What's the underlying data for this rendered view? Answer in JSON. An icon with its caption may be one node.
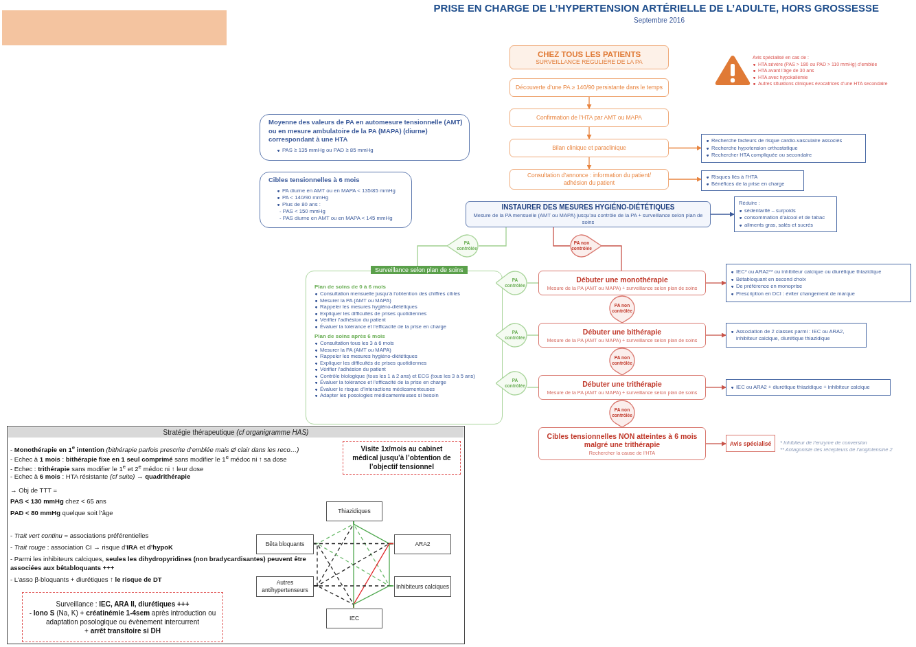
{
  "diagram": {
    "title": "PRISE EN CHARGE DE L’HYPERTENSION ARTÉRIELLE DE L’ADULTE, HORS GROSSESSE",
    "nodes": [
      {
        "text": [
          "CHEZ TOUS LES PATIENTS",
          "SURVEILLANCE RÉGULIÈRE DE LA PA"
        ]
      },
      {
        "text": [
          "Découverte d’une PA ≥ 140/90 persistante dans le temps"
        ]
      },
      {
        "text": [
          "Confirmation de l’HTA par AMT ou MAPA"
        ]
      },
      {
        "text": [
          "Bilan clinique et paraclinique"
        ]
      },
      {
        "text": [
          "Consultation d’annonce : information du patient/ adhésion du patient"
        ]
      },
      {
        "text": [
          "Recherche facteurs de risque cardio-vasculaire associés",
          "Recherche hypotension orthostatique",
          "Rechercher HTA compliquée ou secondaire"
        ]
      },
      {
        "text": [
          "Risques liés à l’HTA",
          "Bénéfices de la prise en charge"
        ]
      },
      {
        "text": [
          "INSTAURER DES MESURES HYGIÉNO-DIÉTÉTIQUES",
          "Mesure de la PA mensuelle (AMT ou MAPA) jusqu’au contrôle de la PA + surveillance selon plan de soins"
        ]
      },
      {
        "text": [
          "Réduire :",
          "sédentarité – surpoids",
          "consommation d’alcool et de tabac",
          "aliments gras, salés et sucrés"
        ]
      },
      {
        "text": [
          "PA contrôlée"
        ]
      },
      {
        "text": [
          "PA non contrôlée"
        ]
      },
      {
        "text": [
          "Surveillance selon plan de soins",
          "Plan de soins de 0 à 6 mois",
          "Consultation mensuelle jusqu’à l’obtention des chiffres cibles",
          "Mesurer la PA (AMT ou MAPA)",
          "Rappeler les mesures hygiéno-diététiques",
          "Expliquer les difficultés de prises quotidiennes",
          "Vérifier l’adhésion du patient",
          "Évaluer la tolérance et l’efficacité de la prise en charge",
          "Plan de soins après 6 mois",
          "Consultation tous les 3 à 6 mois",
          "Mesurer la PA (AMT ou MAPA)",
          "Rappeler les mesures hygiéno-diététiques",
          "Expliquer les difficultés de prises quotidiennes",
          "Vérifier l’adhésion du patient",
          "Contrôle biologique (tous les 1 à 2 ans) et ECG (tous les 3 à 5 ans)",
          "Évaluer la tolérance et l’efficacité de la prise en charge",
          "Évaluer le risque d’interactions médicamenteuses",
          "Adapter les posologies médicamenteuses si besoin"
        ]
      },
      {
        "text": [
          "PA contrôlée"
        ]
      },
      {
        "text": [
          "Débuter une monothérapie",
          "Mesure de la PA (AMT ou MAPA) + surveillance selon plan de soins"
        ]
      },
      {
        "text": [
          "IEC* ou ARA2** ou inhibiteur calcique ou diurétique thiazidique",
          "Bétabloquant en second choix",
          "De préférence en monoprise",
          "Prescription en DCI : éviter changement de marque"
        ]
      },
      {
        "text": [
          "PA non contrôlée"
        ]
      },
      {
        "text": [
          "PA contrôlée"
        ]
      },
      {
        "text": [
          "Débuter une bithérapie",
          "Mesure de la PA (AMT ou MAPA) + surveillance selon plan de soins"
        ]
      },
      {
        "text": [
          "Association de 2 classes parmi : IEC ou ARA2, inhibiteur calcique, diurétique thiazidique"
        ]
      },
      {
        "text": [
          "PA non contrôlée"
        ]
      },
      {
        "text": [
          "PA contrôlée"
        ]
      },
      {
        "text": [
          "Débuter une trithérapie",
          "Mesure de la PA (AMT ou MAPA) + surveillance selon plan de soins"
        ]
      },
      {
        "text": [
          "IEC ou ARA2 + diurétique thiazidique + inhibiteur calcique"
        ]
      },
      {
        "text": [
          "PA non contrôlée"
        ]
      },
      {
        "text": [
          "Cibles tensionnelles NON atteintes à 6 mois malgré une trithérapie",
          "Rechercher la cause de l’HTA"
        ]
      },
      {
        "text": [
          "Avis spécialisé"
        ]
      },
      {
        "text": [
          "Moyenne des valeurs de PA en automesure tensionnelle (AMT) ou en mesure ambulatoire de la PA (MAPA) (diurne) correspondant à une HTA",
          "PAS ≥ 135 mmHg ou PAD ≥ 85 mmHg"
        ]
      },
      {
        "text": [
          "Cibles tensionnelles à 6 mois",
          "PA diurne en AMT ou en MAPA < 135/85 mmHg",
          "PA < 140/90 mmHg",
          "Plus de 80 ans :",
          "- PAS < 150 mmHg",
          "- PAS diurne en AMT ou en MAPA < 145 mmHg"
        ]
      },
      {
        "text": [],
        "shape": "box"
      },
      {
        "text": [
          "Stratégie thérapeutique *(cf organigramme HAS)*",
          "- **Monothérapie en 1$^{e}$ intention** *(bithérapie parfois prescrite d’emblée mais Ø clair dans les reco…)*",
          "- Echec à **1 mois** : **bithérapie fixe en 1 seul comprimé** sans modifier le 1$^{e}$ médoc ni ↑ sa dose",
          "- Echec : **trithérapie** sans modifier le 1$^{e}$ et 2$^{e}$ médoc ni ↑ leur dose",
          "- Echec à **6 mois** : HTA résistante *(cf suite)* → **quadrithérapie**",
          "→ Obj de TTT =",
          "**PAS < 130 mmHg** chez < 65 ans",
          "**PAD < 80 mmHg** quelque soit l’âge",
          "- *Trait vert continu* = associations préférentielles",
          "- *Trait rouge* : association CI → risque d’**IRA** et **d’hypoK**",
          "- Parmi les inhibiteurs calciques, **seules les dihydropyridines (non bradycardisantes) peuvent être associées aux bêtabloquants +++**",
          "- L’asso β-bloquants + diurétiques ↑ **le risque de DT**"
        ]
      },
      {
        "text": [
          "Visite 1x/mois au cabinet médical jusqu’à l’obtention de l’objectif tensionnel"
        ],
        "in": 29
      },
      {
        "text": [
          "Surveillance : **IEC, ARA II, diurétiques +++**",
          "- **Iono S** (Na, K) + **créatinémie 1-4sem** après introduction ou adaptation posologique ou évènement intercurrent",
          "+ **arrêt transitoire si DH**"
        ],
        "in": 29
      },
      {
        "text": [
          "Thiazidiques"
        ],
        "in": 29
      },
      {
        "text": [
          "Bêta bloquants"
        ],
        "in": 29
      },
      {
        "text": [
          "ARA2"
        ],
        "in": 29
      },
      {
        "text": [
          "Autres antihypertenseurs"
        ],
        "in": 29
      },
      {
        "text": [
          "Inhibiteurs calciques"
        ],
        "in": 29
      },
      {
        "text": [
          "IEC"
        ],
        "in": 29
      }
    ],
    "edges": [
      {
        "from": 1,
        "to": 2,
        "arrow": "to",
        "color": "#e8843f"
      },
      {
        "from": 2,
        "to": 3,
        "arrow": "to",
        "color": "#e8843f"
      },
      {
        "from": 3,
        "to": 4,
        "arrow": "to",
        "color": "#e8843f"
      },
      {
        "from": 3,
        "to": 5,
        "arrow": "to",
        "color": "#e8843f"
      },
      {
        "from": 4,
        "to": 6,
        "arrow": "to",
        "color": "#e8843f"
      },
      {
        "from": 7,
        "to": 8,
        "arrow": "to",
        "color": "#3b5a9a"
      },
      {
        "from": 7,
        "to": 9,
        "arrow": "none",
        "color": "#9fcf8f"
      },
      {
        "from": 9,
        "to": 11,
        "arrow": "none",
        "color": "#9fcf8f"
      },
      {
        "from": 7,
        "to": 10,
        "arrow": "none",
        "color": "#c8544a"
      },
      {
        "from": 10,
        "to": 13,
        "arrow": "none",
        "color": "#c8544a"
      },
      {
        "from": 13,
        "to": 12,
        "arrow": "none",
        "color": "#9fcf8f"
      },
      {
        "from": 13,
        "to": 14,
        "arrow": "to",
        "color": "#c8544a"
      },
      {
        "from": 17,
        "to": 16,
        "arrow": "none",
        "color": "#9fcf8f"
      },
      {
        "from": 17,
        "to": 18,
        "arrow": "to",
        "color": "#c8544a"
      },
      {
        "from": 21,
        "to": 20,
        "arrow": "none",
        "color": "#9fcf8f"
      },
      {
        "from": 21,
        "to": 22,
        "arrow": "to",
        "color": "#c8544a"
      },
      {
        "from": 24,
        "to": 25,
        "arrow": "to",
        "color": "#c8544a"
      },
      {
        "from": 32,
        "to": 33,
        "arrow": "none",
        "style": "dashed",
        "color": "#6dbb6d"
      },
      {
        "from": 32,
        "to": 34,
        "arrow": "none",
        "color": "#4fa84f"
      },
      {
        "from": 32,
        "to": 35,
        "arrow": "none",
        "style": "dashed",
        "color": "#222222"
      },
      {
        "from": 32,
        "to": 36,
        "arrow": "none",
        "style": "dashed",
        "color": "#6dbb6d"
      },
      {
        "from": 32,
        "to": 37,
        "arrow": "none",
        "color": "#4fa84f"
      },
      {
        "from": 33,
        "to": 34,
        "arrow": "none",
        "style": "dashed",
        "color": "#222222"
      },
      {
        "from": 33,
        "to": 35,
        "arrow": "none",
        "style": "dashed",
        "color": "#222222"
      },
      {
        "from": 33,
        "to": 36,
        "arrow": "none",
        "style": "dashed",
        "color": "#6dbb6d"
      },
      {
        "from": 33,
        "to": 37,
        "arrow": "none",
        "style": "dashed",
        "color": "#222222"
      },
      {
        "from": 34,
        "to": 35,
        "arrow": "none",
        "style": "dashed",
        "color": "#222222"
      },
      {
        "from": 34,
        "to": 36,
        "arrow": "none",
        "color": "#4fa84f"
      },
      {
        "from": 34,
        "to": 37,
        "arrow": "none",
        "color": "#e0282a"
      },
      {
        "from": 35,
        "to": 36,
        "arrow": "none",
        "style": "dashed",
        "color": "#222222"
      },
      {
        "from": 35,
        "to": 37,
        "arrow": "none",
        "style": "dashed",
        "color": "#222222"
      },
      {
        "from": 36,
        "to": 37,
        "arrow": "none",
        "color": "#4fa84f"
      }
    ],
    "labels": [
      "Septembre 2016",
      "Avis spécialisé en cas de :",
      "HTA sévère (PAS > 180 ou PAD > 110 mmHg) d’emblée",
      "HTA avant l’âge de 30 ans",
      "HTA avec hypokaliémie",
      "Autres situations cliniques évocatrices d’une HTA secondaire",
      "* Inhibiteur de l’enzyme de conversion",
      "** Antagoniste des récepteurs de l’angiotensine 2"
    ]
  }
}
